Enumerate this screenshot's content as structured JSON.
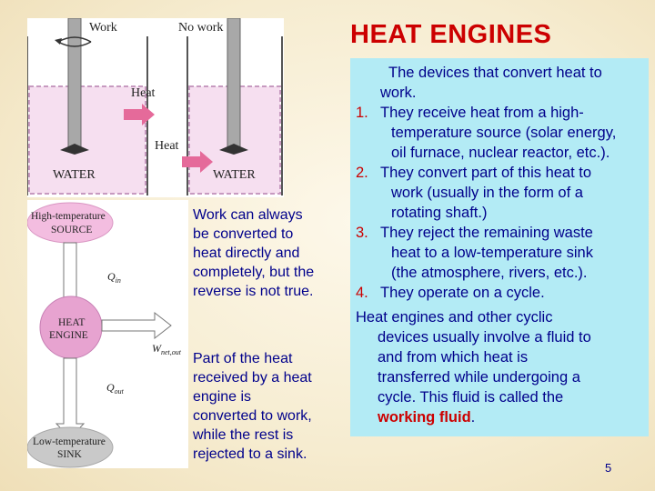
{
  "title": "HEAT ENGINES",
  "figure_top": {
    "label_work": "Work",
    "label_no_work": "No work",
    "label_heat_1": "Heat",
    "label_heat_2": "Heat",
    "label_water_1": "WATER",
    "label_water_2": "WATER"
  },
  "figure_bottom": {
    "source_line1": "High-temperature",
    "source_line2": "SOURCE",
    "q_in": "Q",
    "q_in_sub": "in",
    "engine_line1": "HEAT",
    "engine_line2": "ENGINE",
    "w_net": "W",
    "w_net_sub": "net,out",
    "q_out": "Q",
    "q_out_sub": "out",
    "sink_line1": "Low-temperature",
    "sink_line2": "SINK"
  },
  "mid_text_1": [
    "Work can always",
    "be converted to",
    "heat directly and",
    "completely, but the",
    "reverse is not true."
  ],
  "mid_text_2": [
    "Part of the heat",
    "received by a heat",
    "engine is",
    "converted to work,",
    "while the rest is",
    "rejected to a sink."
  ],
  "body": {
    "intro": [
      "The devices that convert heat to",
      "work."
    ],
    "items": [
      {
        "num": "1.",
        "lines": [
          "They receive heat from a high-",
          "temperature source (solar energy,",
          "oil furnace, nuclear reactor, etc.)."
        ]
      },
      {
        "num": "2.",
        "lines": [
          "They convert part of this heat to",
          "work (usually in the form of a",
          "rotating shaft.)"
        ]
      },
      {
        "num": "3.",
        "lines": [
          "They reject the remaining waste",
          "heat to a low-temperature sink",
          "(the atmosphere, rivers, etc.)."
        ]
      },
      {
        "num": "4.",
        "lines": [
          "They operate on a cycle."
        ]
      }
    ],
    "closing": [
      "Heat engines and other cyclic",
      "devices usually involve a fluid to",
      "and from which heat is",
      "transferred while undergoing a",
      "cycle. This fluid is called the"
    ],
    "closing_last_pre": "",
    "working_fluid": "working fluid",
    "closing_last_post": "."
  },
  "page_number": "5"
}
